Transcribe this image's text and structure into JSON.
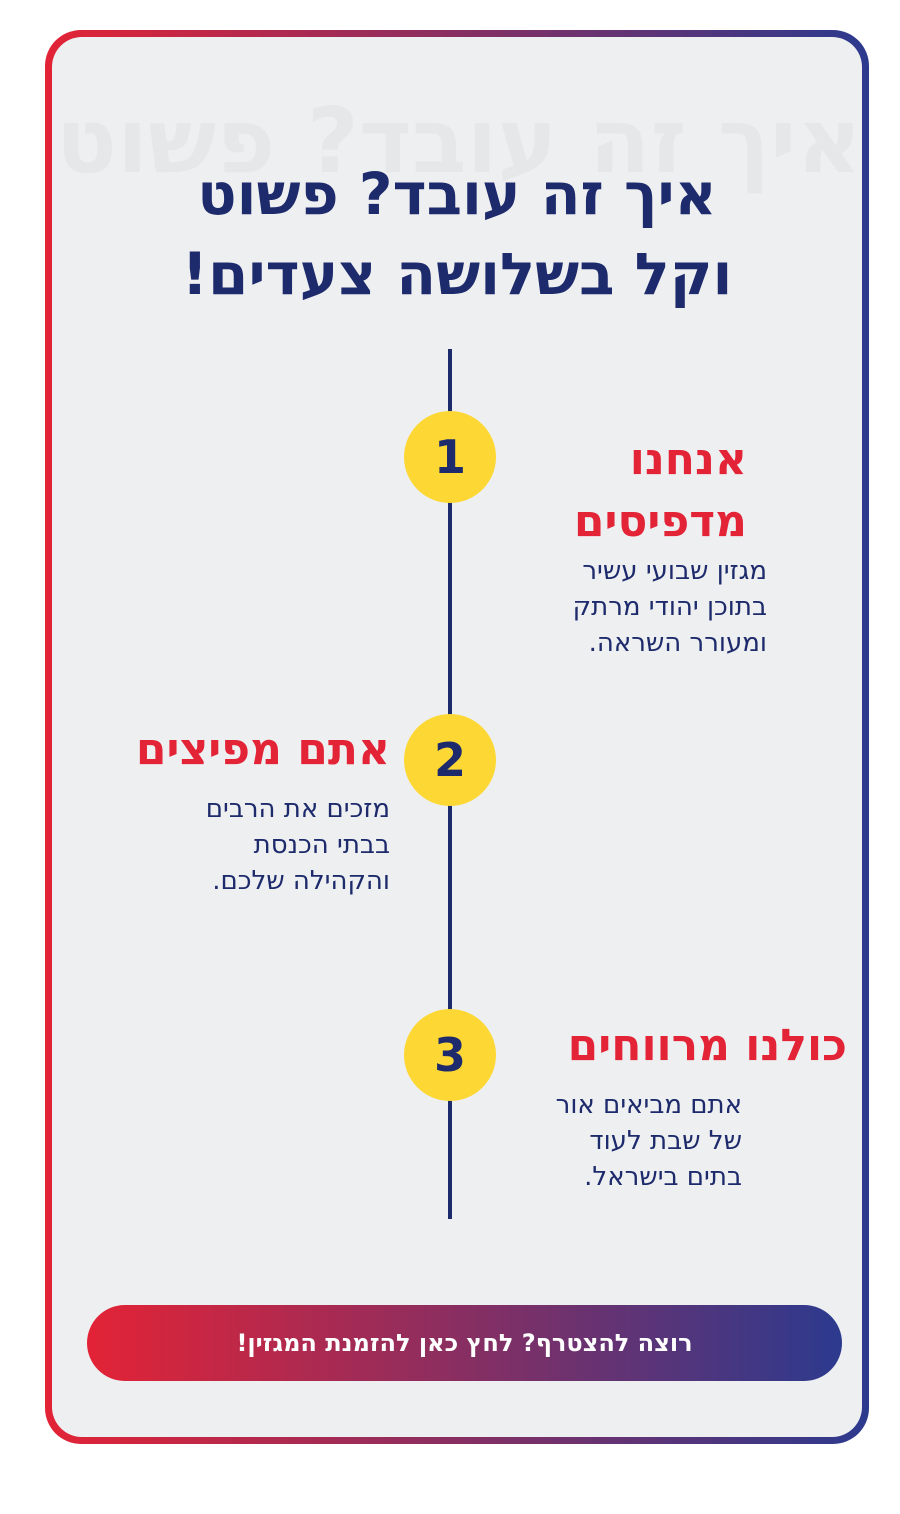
{
  "header": {
    "watermark": "איך זה עובד? פשוט וקל בשלושה צעדים!",
    "title_line1": "איך זה עובד? פשוט",
    "title_line2": "וקל בשלושה צעדים!"
  },
  "steps": [
    {
      "number": "1",
      "title_line1": "אנחנו",
      "title_line2": "מדפיסים",
      "desc_line1": "מגזין שבועי עשיר",
      "desc_line2": "בתוכן יהודי מרתק",
      "desc_line3": "ומעורר השראה."
    },
    {
      "number": "2",
      "title": "אתם מפיצים",
      "desc_line1": "מזכים את הרבים",
      "desc_line2": "בבתי הכנסת",
      "desc_line3": "והקהילה שלכם."
    },
    {
      "number": "3",
      "title": "כולנו מרווחים",
      "desc_line1": "אתם מביאים אור",
      "desc_line2": "של שבת לעוד",
      "desc_line3": "בתים בישראל."
    }
  ],
  "cta": {
    "label": "רוצה להצטרף? לחץ כאן להזמנת המגזין!"
  },
  "colors": {
    "accent_red": "#e32336",
    "navy": "#1d2a6b",
    "yellow": "#fdd835",
    "card_bg": "#eeeff1"
  }
}
